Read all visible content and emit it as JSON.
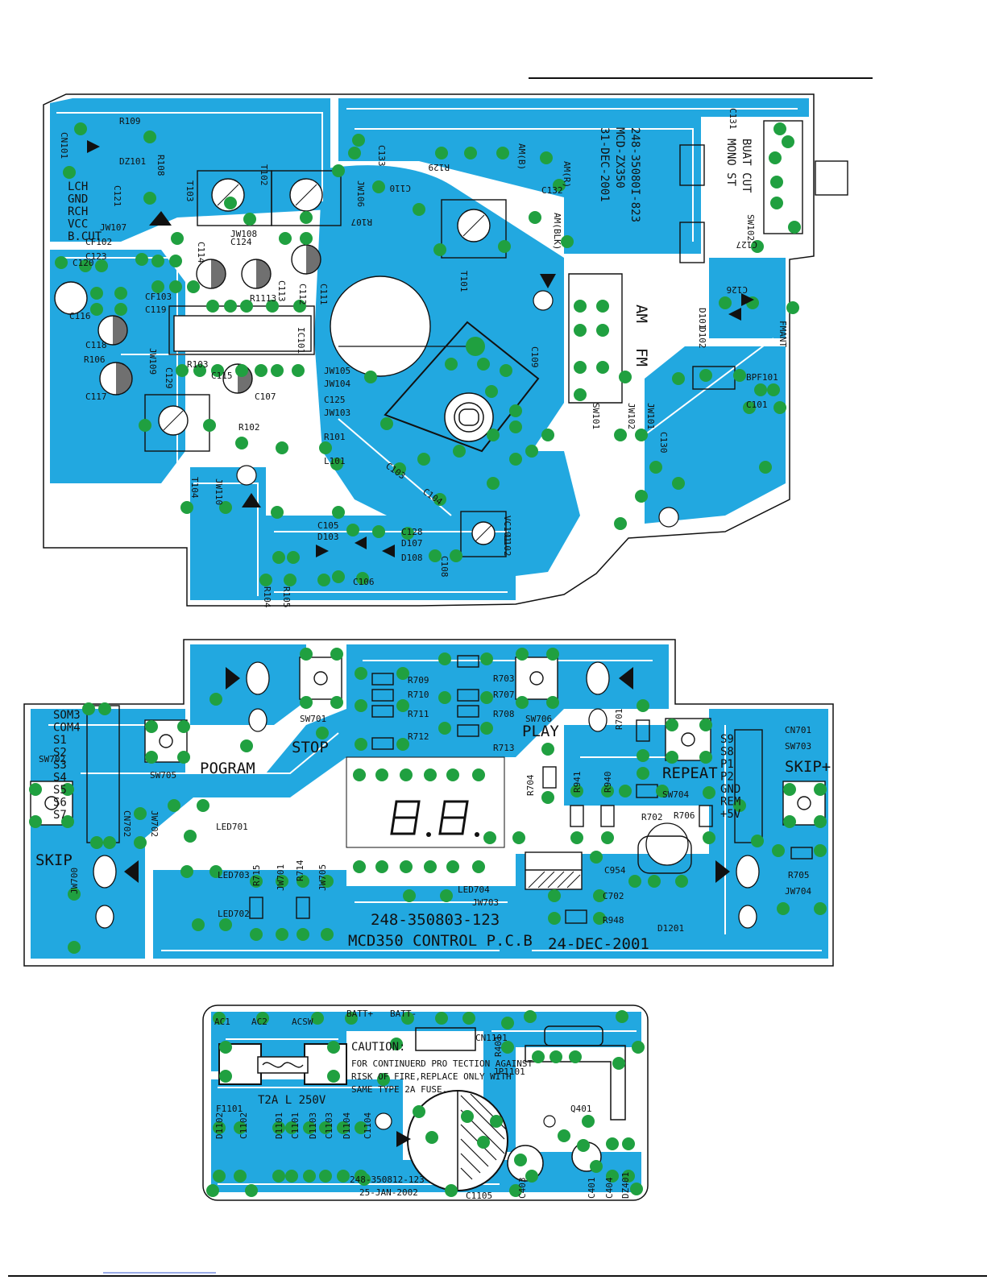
{
  "colors": {
    "copper": "#22a8e0",
    "pad": "#20a040",
    "ink": "#111111",
    "board": "#ffffff"
  },
  "top_board": {
    "part_number": "248-35080I-823",
    "model": "MCD-ZX350",
    "date": "31-DEC-2001",
    "connector_pins": [
      "LCH",
      "GND",
      "RCH",
      "VCC",
      "B.CUT"
    ],
    "switch_labels": [
      "BUAT CUT",
      "MONO ST"
    ],
    "band_labels": [
      "AM",
      "FM"
    ],
    "refs": [
      "R109",
      "CN101",
      "DZ101",
      "R108",
      "C121",
      "JW107",
      "T103",
      "T102",
      "C133",
      "JW106",
      "C110",
      "R129",
      "AM(B)",
      "AM(R)",
      "C132",
      "R107",
      "AM(BLK)",
      "C131",
      "SW102",
      "C127",
      "CF102",
      "C123",
      "C114",
      "JW108",
      "C124",
      "C120",
      "CF103",
      "C119",
      "R1113",
      "C113",
      "C112",
      "C111",
      "T101",
      "C126",
      "D101",
      "D102",
      "FMANT",
      "C116",
      "C118",
      "R106",
      "JW109",
      "C129",
      "IC101",
      "C109",
      "R103",
      "C115",
      "JW105",
      "JW104",
      "C125",
      "JW103",
      "C117",
      "C107",
      "R102",
      "R101",
      "L101",
      "C103",
      "C104",
      "BPF101",
      "C101",
      "SW101",
      "JW102",
      "JW101",
      "C130",
      "T104",
      "JW110",
      "C105",
      "D103",
      "C128",
      "D107",
      "D108",
      "C108",
      "VC101",
      "L102",
      "R104",
      "R105",
      "C106"
    ]
  },
  "control_board": {
    "part_number": "248-350803-123",
    "title": "MCD350 CONTROL P.C.B",
    "date": "24-DEC-2001",
    "buttons": [
      "STOP",
      "PLAY",
      "POGRAM",
      "REPEAT",
      "SKIP",
      "SKIP+"
    ],
    "connector_left_pins": [
      "SOM3",
      "COM4",
      "S1",
      "S2",
      "S3",
      "S4",
      "S5",
      "S6",
      "S7"
    ],
    "connector_right_pins": [
      "S9",
      "S8",
      "P1",
      "P2",
      "GND",
      "REM",
      "+5V"
    ],
    "refs": [
      "R709",
      "R703",
      "R710",
      "R707",
      "R711",
      "R708",
      "SW701",
      "SW706",
      "R712",
      "R713",
      "R701",
      "CN701",
      "SW703",
      "SW702",
      "SW705",
      "CN702",
      "JW702",
      "R704",
      "R941",
      "R940",
      "SW704",
      "R706",
      "R702",
      "LED701",
      "LED703",
      "R715",
      "JW701",
      "R714",
      "JW705",
      "C954",
      "LED704",
      "JW703",
      "C702",
      "R705",
      "JW704",
      "LED702",
      "R948",
      "D1201",
      "JW700"
    ]
  },
  "power_board": {
    "caution_title": "CAUTION:",
    "caution_lines": [
      "FOR CONTINUERD PRO TECTION AGAINST",
      "RISK OF FIRE,REPLACE ONLY WITH",
      "SAME TYPE 2A FUSE."
    ],
    "fuse_rating": "T2A L 250V",
    "part_number": "248-350812-123",
    "date": "25-JAN-2002",
    "refs": [
      "AC1",
      "AC2",
      "ACSW",
      "BATT+",
      "BATT-",
      "CN1101",
      "R401",
      "F1101",
      "JP1101",
      "Q401",
      "D1102",
      "C1102",
      "D1101",
      "C1101",
      "D1103",
      "C1103",
      "D1104",
      "C1104",
      "C1105",
      "C403",
      "C401",
      "C404",
      "DZ401"
    ]
  }
}
